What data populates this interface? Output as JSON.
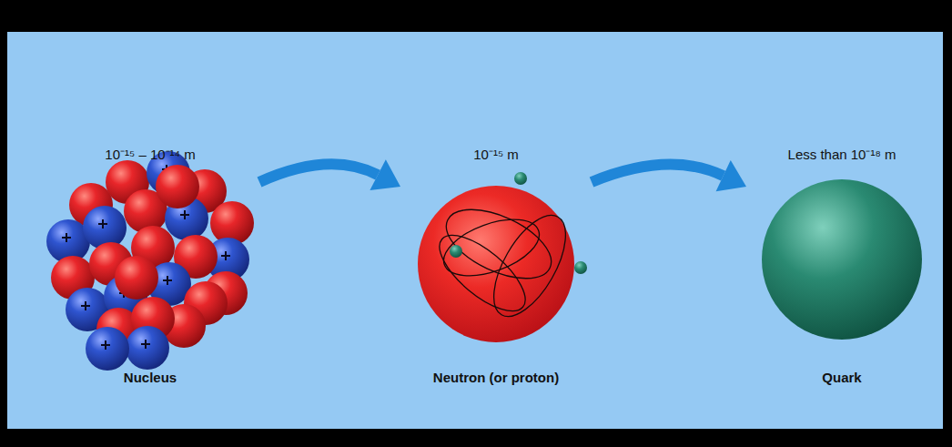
{
  "diagram": {
    "nodes": [
      {
        "text": [
          "10⁻¹⁵ – 10⁻¹⁴ m",
          "Nucleus"
        ]
      },
      {
        "text": [
          "10⁻¹⁵ m",
          "Neutron (or proton)"
        ]
      },
      {
        "text": [
          "Less than 10⁻¹⁸ m",
          "Quark"
        ]
      }
    ],
    "edges": [
      {
        "from": 0,
        "to": 1,
        "arrow": "to"
      },
      {
        "from": 1,
        "to": 2,
        "arrow": "to"
      }
    ]
  }
}
